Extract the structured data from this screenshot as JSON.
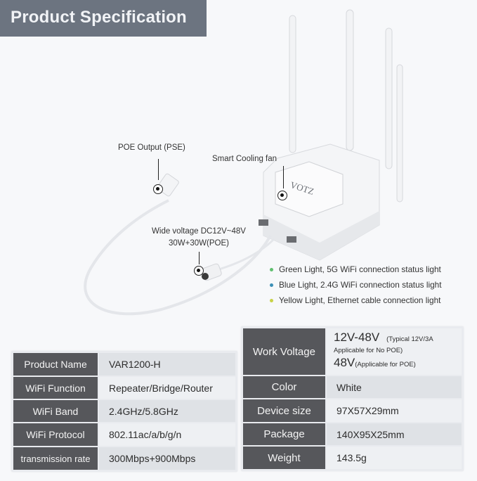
{
  "header": {
    "title": "Product Specification"
  },
  "callouts": {
    "poe_output": "POE Output (PSE)",
    "cooling_fan": "Smart Cooling fan",
    "wide_voltage_line1": "Wide voltage DC12V~48V",
    "wide_voltage_line2": "30W+30W(POE)"
  },
  "product_image": {
    "brand_logo": "VOTZ",
    "antenna_count": 4
  },
  "indicator_lights": [
    {
      "label": "Green Light, 5G WiFi connection status light",
      "color": "#5fbf6e"
    },
    {
      "label": "Blue Light, 2.4G WiFi connection status light",
      "color": "#3c8fb6"
    },
    {
      "label": "Yellow Light, Ethernet cable connection light",
      "color": "#c8d246"
    }
  ],
  "spec_table_left": [
    {
      "label": "Product Name",
      "value": "VAR1200-H"
    },
    {
      "label": "WiFi Function",
      "value": "Repeater/Bridge/Router"
    },
    {
      "label": "WiFi Band",
      "value": "2.4GHz/5.8GHz"
    },
    {
      "label": "WiFi Protocol",
      "value": "802.11ac/a/b/g/n"
    },
    {
      "label": "transmission rate",
      "value": "300Mbps+900Mbps"
    }
  ],
  "spec_table_right": {
    "work_voltage": {
      "label": "Work Voltage",
      "value_main": "12V-48V",
      "value_note_1": "(Typical 12V/3A",
      "value_note_2": "Applicable for No POE)",
      "value_poe": "48V",
      "value_poe_note": "(Applicable for POE)"
    },
    "rows": [
      {
        "label": "Color",
        "value": "White"
      },
      {
        "label": "Device size",
        "value": "97X57X29mm"
      },
      {
        "label": "Package",
        "value": "140X95X25mm"
      },
      {
        "label": "Weight",
        "value": "143.5g"
      }
    ]
  }
}
